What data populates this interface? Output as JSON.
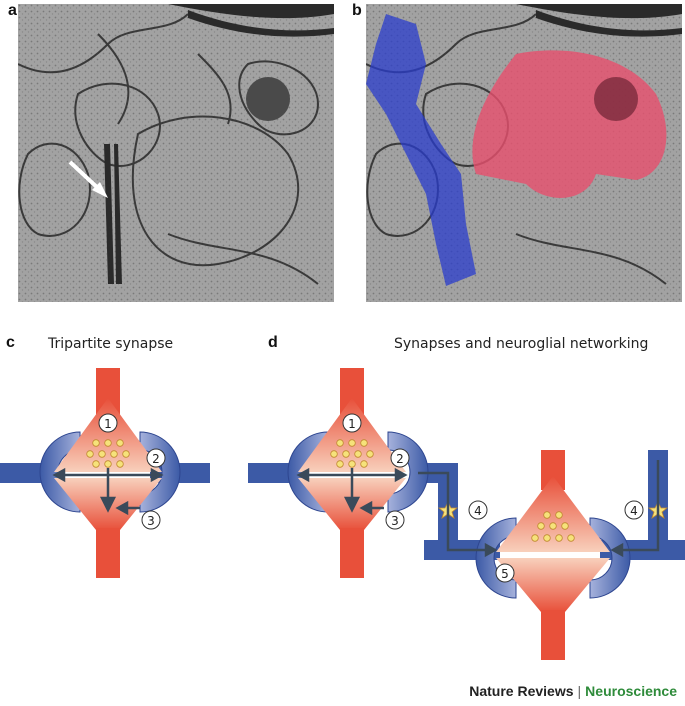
{
  "panels": {
    "a": {
      "letter": "a"
    },
    "b": {
      "letter": "b"
    },
    "c": {
      "letter": "c",
      "title": "Tripartite synapse"
    },
    "d": {
      "letter": "d",
      "title": "Synapses and neuroglial networking"
    }
  },
  "markers": {
    "m1": "1",
    "m2": "2",
    "m3": "3",
    "d1": "1",
    "d2": "2",
    "d3": "3",
    "d4a": "4",
    "d4b": "4",
    "d5": "5"
  },
  "footer": {
    "journal": "Nature Reviews",
    "separator": "|",
    "field": "Neuroscience"
  },
  "colors": {
    "neuron": "#e8503a",
    "neuron_light": "#f6c8b4",
    "glia": "#3c5aa6",
    "glia_light": "#8c9bd0",
    "vesicle": "#f6e27a",
    "highlight_blue": "#2a3ccc",
    "highlight_pink": "#e8506e",
    "brand_green": "#2e8b3a"
  }
}
